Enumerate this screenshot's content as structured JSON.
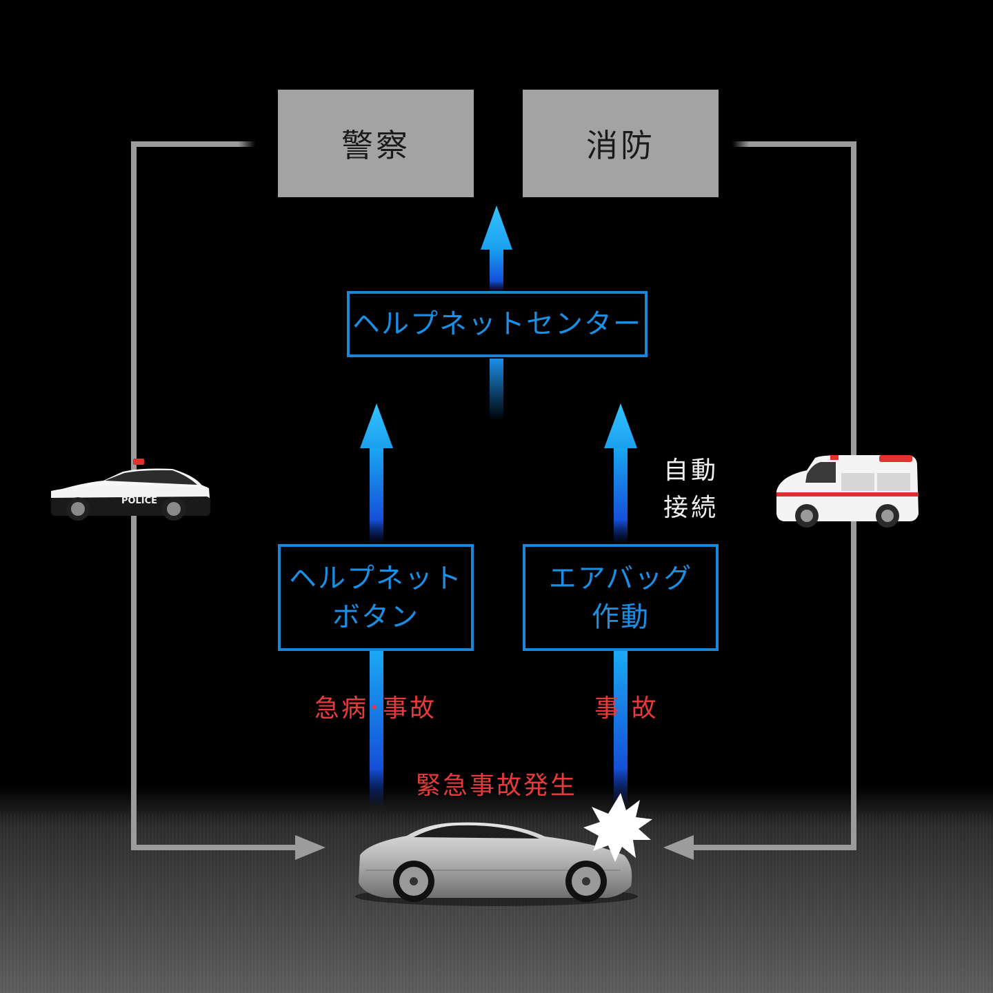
{
  "agencies": {
    "police": "警察",
    "fire": "消防"
  },
  "center": {
    "label": "ヘルプネットセンター"
  },
  "inputs": {
    "button": {
      "line1": "ヘルプネット",
      "line2": "ボタン"
    },
    "airbag": {
      "line1": "エアバッグ",
      "line2": "作動"
    }
  },
  "labels": {
    "auto_connect_line1": "自動",
    "auto_connect_line2": "接続",
    "illness_accident": "急病･事故",
    "accident": "事 故",
    "emergency": "緊急事故発生"
  },
  "vehicles": {
    "police_car_text": "POLICE"
  },
  "colors": {
    "blue": "#1a86d8",
    "red": "#e83a3a",
    "gray_box": "#a3a3a3",
    "line_gray": "#9c9c9c"
  }
}
